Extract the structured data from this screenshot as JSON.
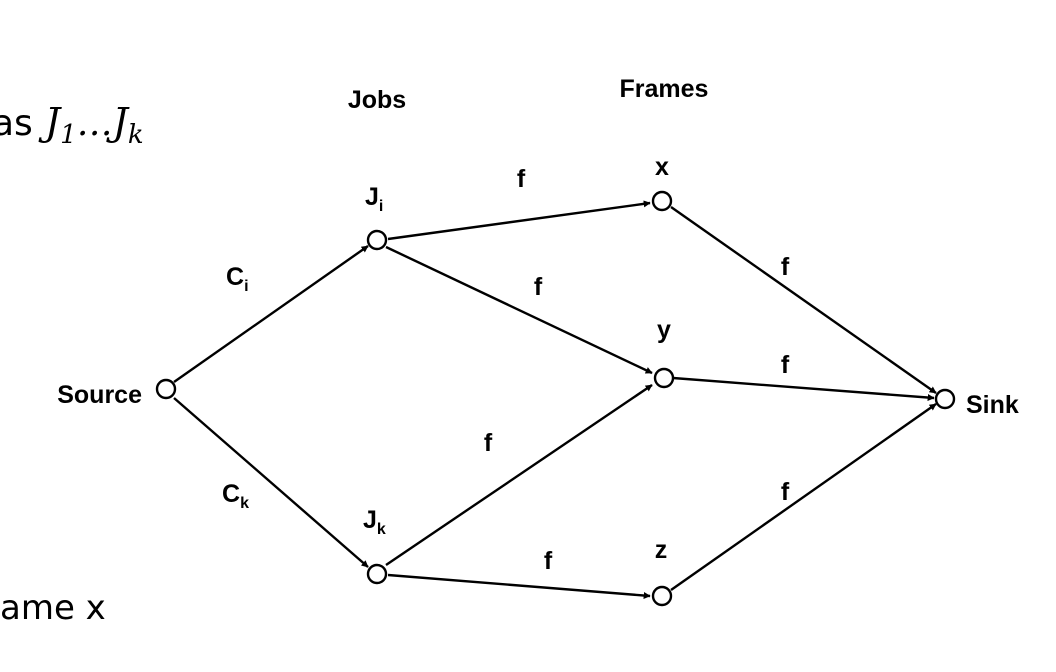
{
  "slide_text": {
    "top_fragment": "as",
    "top_math": {
      "var": "J",
      "first": "1",
      "dots": "…",
      "last_var": "J",
      "last": "k"
    },
    "bottom_fragment": "ame x"
  },
  "headers": {
    "jobs": "Jobs",
    "frames": "Frames"
  },
  "nodes": {
    "source": {
      "label": "Source"
    },
    "sink": {
      "label": "Sink"
    },
    "ji": {
      "base": "J",
      "sub": "i"
    },
    "jk": {
      "base": "J",
      "sub": "k"
    },
    "x": {
      "label": "x"
    },
    "y": {
      "label": "y"
    },
    "z": {
      "label": "z"
    }
  },
  "edges": {
    "source_ji": {
      "base": "C",
      "sub": "i"
    },
    "source_jk": {
      "base": "C",
      "sub": "k"
    },
    "ji_x": "f",
    "ji_y": "f",
    "jk_y": "f",
    "jk_z": "f",
    "x_sink": "f",
    "y_sink": "f",
    "z_sink": "f"
  }
}
